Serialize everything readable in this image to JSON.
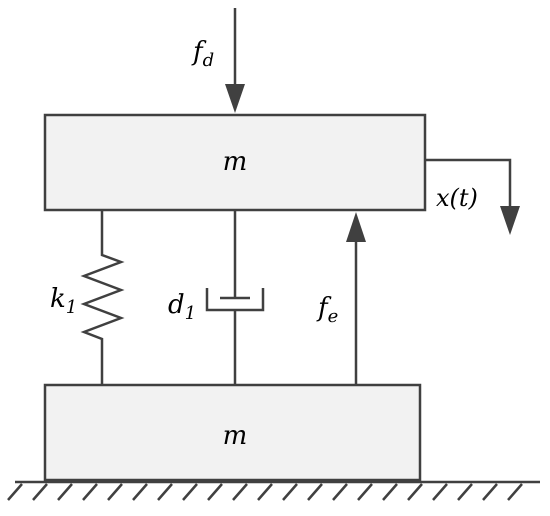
{
  "diagram": {
    "upper_mass": {
      "label": "m"
    },
    "lower_mass": {
      "label": "m"
    },
    "disturbance_force": {
      "base": "f",
      "sub": "d"
    },
    "actuator_force": {
      "base": "f",
      "sub": "e"
    },
    "spring": {
      "base": "k",
      "sub": "1"
    },
    "damper": {
      "base": "d",
      "sub": "1"
    },
    "displacement": {
      "label": "x(t)"
    }
  },
  "colors": {
    "stroke": "#404040",
    "mass_fill": "#f2f2f2",
    "text": "#000000"
  }
}
